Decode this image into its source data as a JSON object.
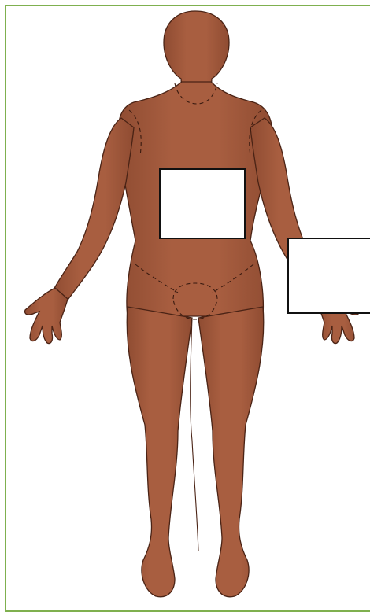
{
  "diagram": {
    "subject": "anterior-body-outline",
    "colors": {
      "skin": "#a35a3d",
      "skin_shadow": "#8f4c32",
      "outline": "#4a2315",
      "frame": "#7fb04f",
      "label_box_border": "#111111",
      "label_box_fill": "#ffffff"
    },
    "label_boxes": [
      {
        "id": "chest-label",
        "text": ""
      },
      {
        "id": "hand-label",
        "text": ""
      }
    ]
  }
}
